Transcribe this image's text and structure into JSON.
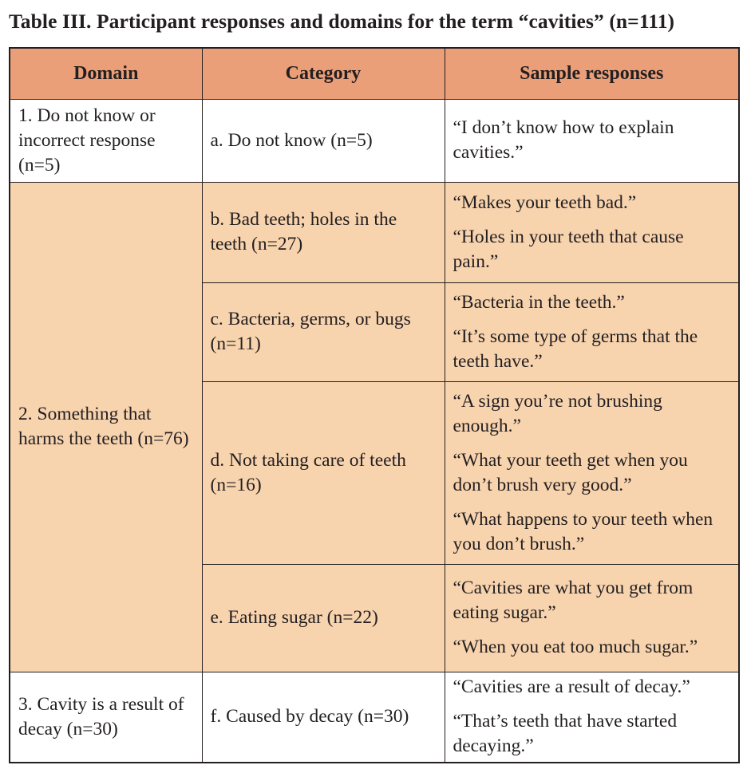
{
  "title": "Table III. Participant responses and domains for the term “cavities” (n=111)",
  "headers": {
    "domain": "Domain",
    "category": "Category",
    "responses": "Sample responses"
  },
  "domains": [
    {
      "label": "1.  Do not know or incorrect response (n=5)"
    },
    {
      "label": "2.  Something that harms the teeth (n=76)"
    },
    {
      "label": "3.  Cavity is a result of decay (n=30)"
    }
  ],
  "rows": [
    {
      "category": "a. Do not know (n=5)",
      "responses": [
        "“I don’t know how to explain cavities.”"
      ]
    },
    {
      "category": "b. Bad teeth; holes in the teeth (n=27)",
      "responses": [
        "“Makes your teeth bad.”",
        "“Holes in your teeth that cause pain.”"
      ]
    },
    {
      "category": "c. Bacteria, germs, or bugs (n=11)",
      "responses": [
        "“Bacteria in the teeth.”",
        "“It’s some type of germs that the teeth have.”"
      ]
    },
    {
      "category": "d. Not taking care of teeth (n=16)",
      "responses": [
        "“A sign you’re not brushing enough.”",
        "“What your teeth get when you don’t brush very good.”",
        "“What happens to your teeth when you don’t brush.”"
      ]
    },
    {
      "category": "e. Eating sugar (n=22)",
      "responses": [
        "“Cavities are what you get from eating sugar.”",
        "“When you eat too much sugar.”"
      ]
    },
    {
      "category": "f. Caused by decay (n=30)",
      "responses": [
        "“Cavities are a result of decay.”",
        "“That’s teeth that have started decaying.”"
      ]
    }
  ],
  "colors": {
    "header_bg": "#eb9f79",
    "band_bg": "#f7d3ae",
    "white_bg": "#ffffff",
    "text": "#231f20"
  }
}
